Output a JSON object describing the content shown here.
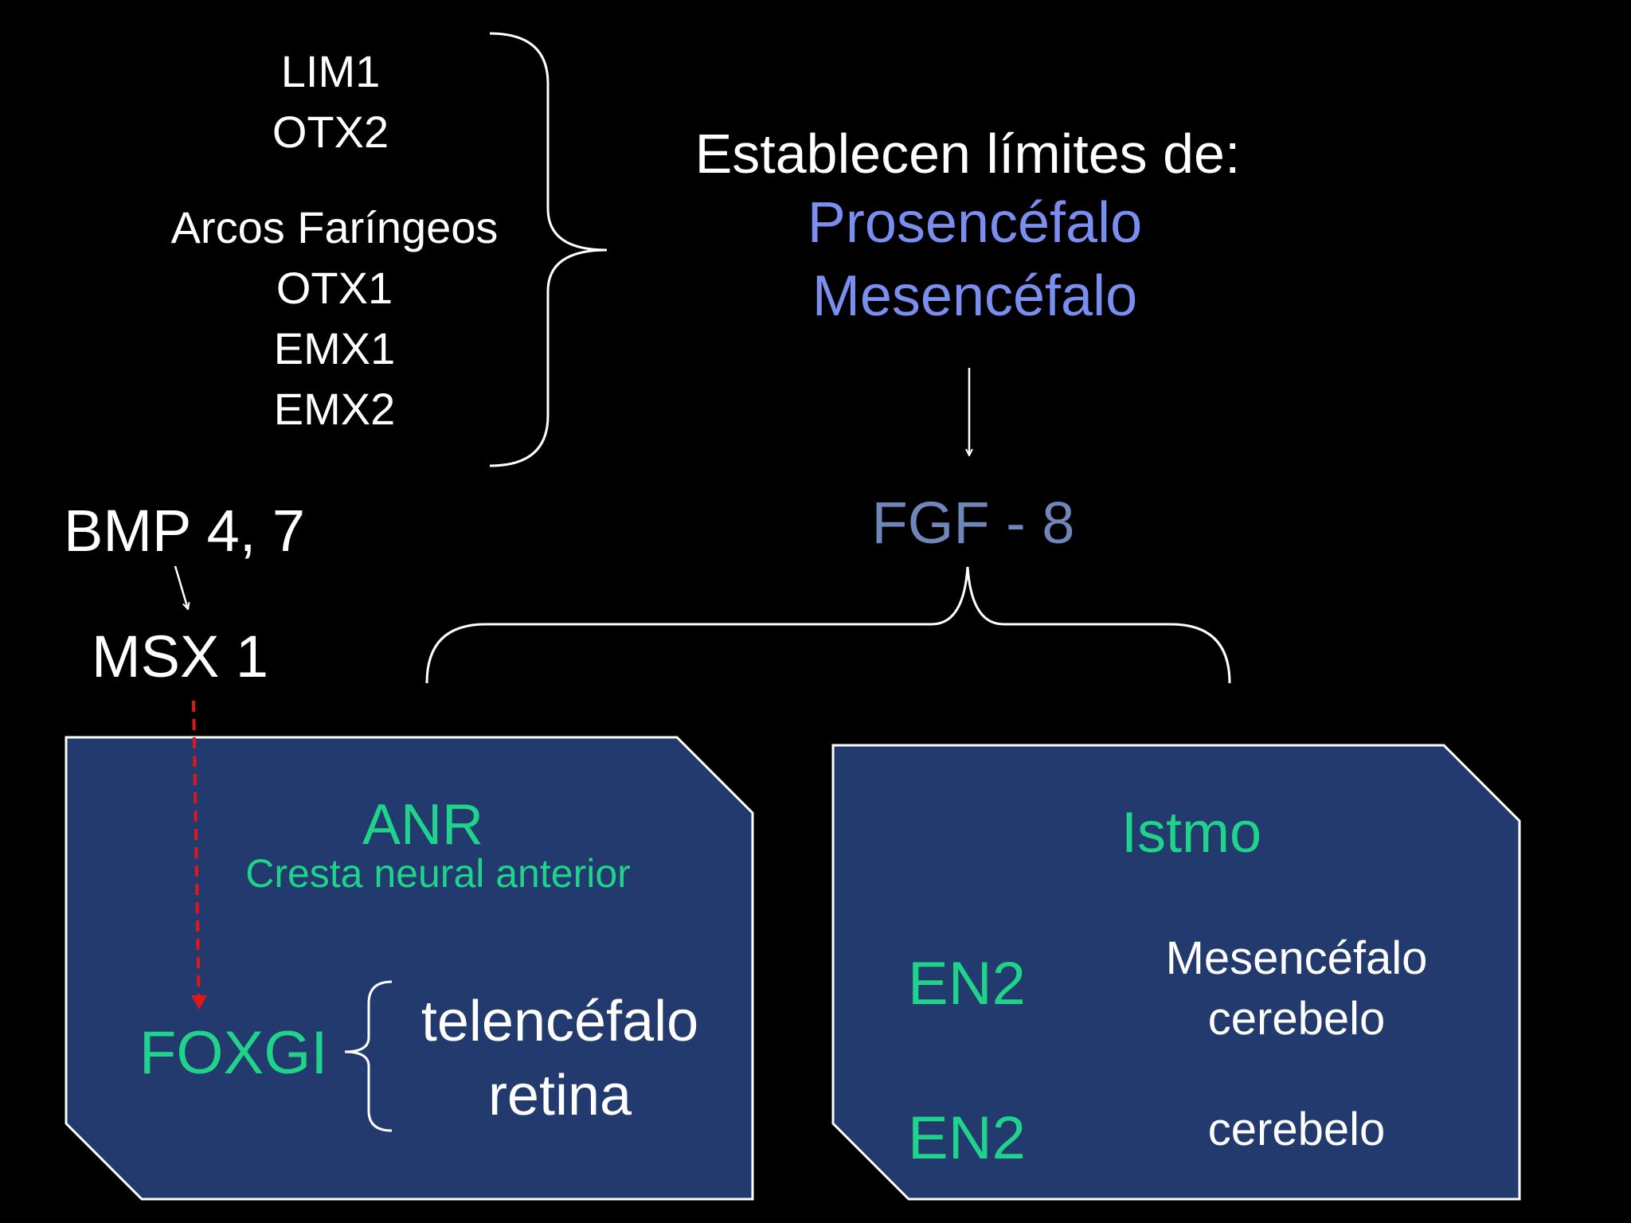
{
  "colors": {
    "background": "#000000",
    "text": "#ffffff",
    "brain_region": "#7a8ef0",
    "fgf": "#6f86b8",
    "green": "#1fd38a",
    "box_fill": "#223a6e",
    "box_border": "#ffffff",
    "arrow_dashed": "#e01818"
  },
  "genes_group1": [
    "LIM1",
    "OTX2"
  ],
  "genes_group2": [
    "Arcos Faríngeos",
    "OTX1",
    "EMX1",
    "EMX2"
  ],
  "establish": {
    "heading": "Establecen límites de:",
    "regions": [
      "Prosencéfalo",
      "Mesencéfalo"
    ]
  },
  "fgf": "FGF - 8",
  "bmp": "BMP 4, 7",
  "msx": "MSX 1",
  "left_box": {
    "title": "ANR",
    "subtitle": "Cresta neural anterior",
    "gene": "FOXGI",
    "targets": [
      "telencéfalo",
      "retina"
    ]
  },
  "right_box": {
    "title": "Istmo",
    "rows": [
      {
        "gene": "EN2",
        "targets": [
          "Mesencéfalo",
          "cerebelo"
        ]
      },
      {
        "gene": "EN2",
        "targets": [
          "cerebelo"
        ]
      }
    ]
  }
}
